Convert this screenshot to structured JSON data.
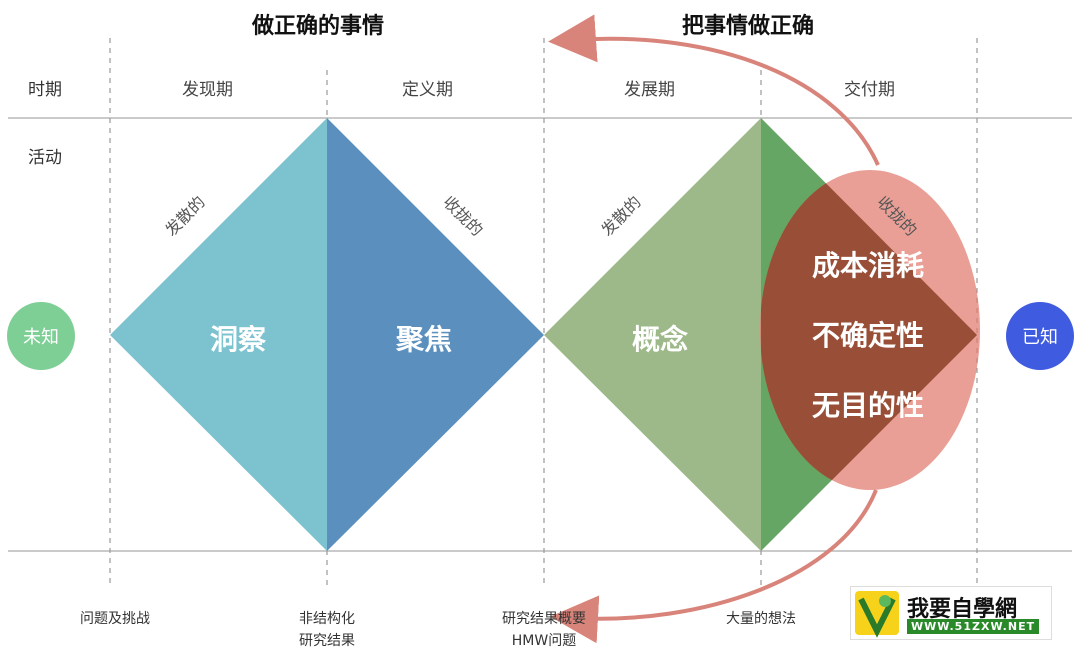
{
  "headings": {
    "do_right_things": "做正确的事情",
    "do_things_right": "把事情做正确"
  },
  "row_labels": {
    "period": "时期",
    "activity": "活动"
  },
  "phases": [
    "发现期",
    "定义期",
    "发展期",
    "交付期"
  ],
  "diamonds": [
    {
      "left_label": "洞察",
      "right_label": "聚焦",
      "left_edge": "发散的",
      "right_edge": "收拢的",
      "left_color": "#7cc2cf",
      "right_color": "#5b8fbe"
    },
    {
      "left_label": "概念",
      "right_label": "",
      "left_edge": "发散的",
      "right_edge": "收拢的",
      "left_color": "#9db889",
      "right_color": "#66a664"
    }
  ],
  "overlay": {
    "color": "#e07a6e",
    "lines": [
      "成本消耗",
      "不确定性",
      "无目的性"
    ]
  },
  "start_node": {
    "label": "未知",
    "color": "#7ecf95"
  },
  "end_node": {
    "label": "已知",
    "color": "#3f5ce0"
  },
  "footer": [
    "问题及挑战",
    "非结构化\n研究结果",
    "研究结果概要\nHMW问题",
    "大量的想法"
  ],
  "logo": {
    "main_text": "我要自學網",
    "sub_text": "WWW.51ZXW.NET"
  },
  "arrow_color": "#d9847a"
}
